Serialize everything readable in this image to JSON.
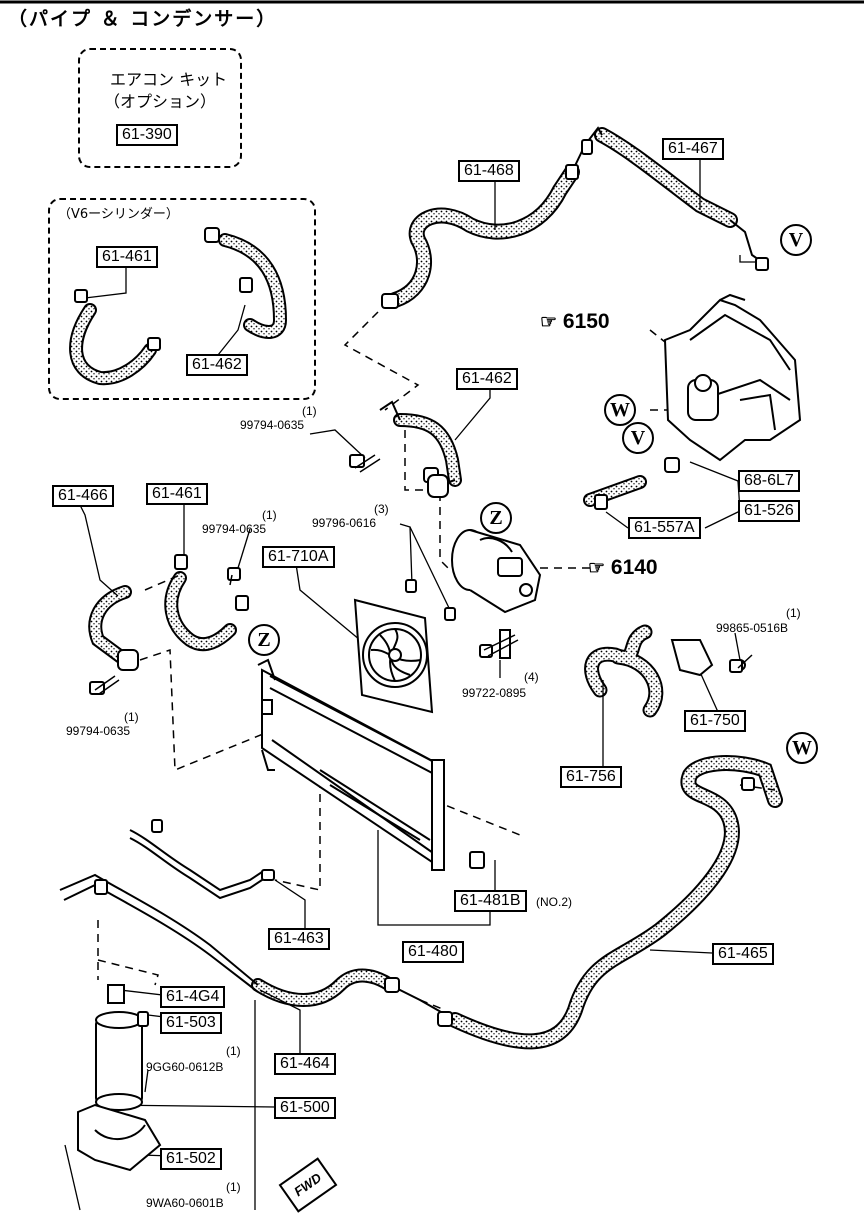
{
  "title": "（パイプ ＆ コンデンサー）",
  "aircon_kit": {
    "line1": "エアコン キット",
    "line2": "（オプション）",
    "part": "61-390"
  },
  "v6_group": {
    "label": "（V6ーシリンダー）",
    "parts": [
      "61-461",
      "61-462"
    ]
  },
  "part_labels": {
    "p_61_468": "61-468",
    "p_61_467": "61-467",
    "p_61_462_main": "61-462",
    "p_61_466": "61-466",
    "p_61_461_main": "61-461",
    "p_61_710A": "61-710A",
    "p_68_6L7": "68-6L7",
    "p_61_526": "61-526",
    "p_61_557A": "61-557A",
    "p_61_750": "61-750",
    "p_61_756": "61-756",
    "p_61_481B": "61-481B",
    "p_61_480": "61-480",
    "p_61_463": "61-463",
    "p_61_465": "61-465",
    "p_61_4G4": "61-4G4",
    "p_61_503": "61-503",
    "p_61_464": "61-464",
    "p_61_500": "61-500",
    "p_61_502": "61-502"
  },
  "bolts": {
    "b1_qty": "(1)",
    "b1_num": "99794-0635",
    "b2_qty": "(1)",
    "b2_num": "99794-0635",
    "b3_qty": "(3)",
    "b3_num": "99796-0616",
    "b4_qty": "(1)",
    "b4_num": "99794-0635",
    "b5_qty": "(4)",
    "b5_num": "99722-0895",
    "b6_qty": "(1)",
    "b6_num": "99865-0516B",
    "b7_qty": "(1)",
    "b7_num": "9GG60-0612B",
    "b8_qty": "(1)",
    "b8_num": "9WA60-0601B"
  },
  "notes": {
    "no2": "(NO.2)"
  },
  "references": {
    "r6150": "6150",
    "r6140": "6140"
  },
  "callouts": {
    "V": "V",
    "W": "W",
    "Z": "Z"
  },
  "fwd": "FWD"
}
